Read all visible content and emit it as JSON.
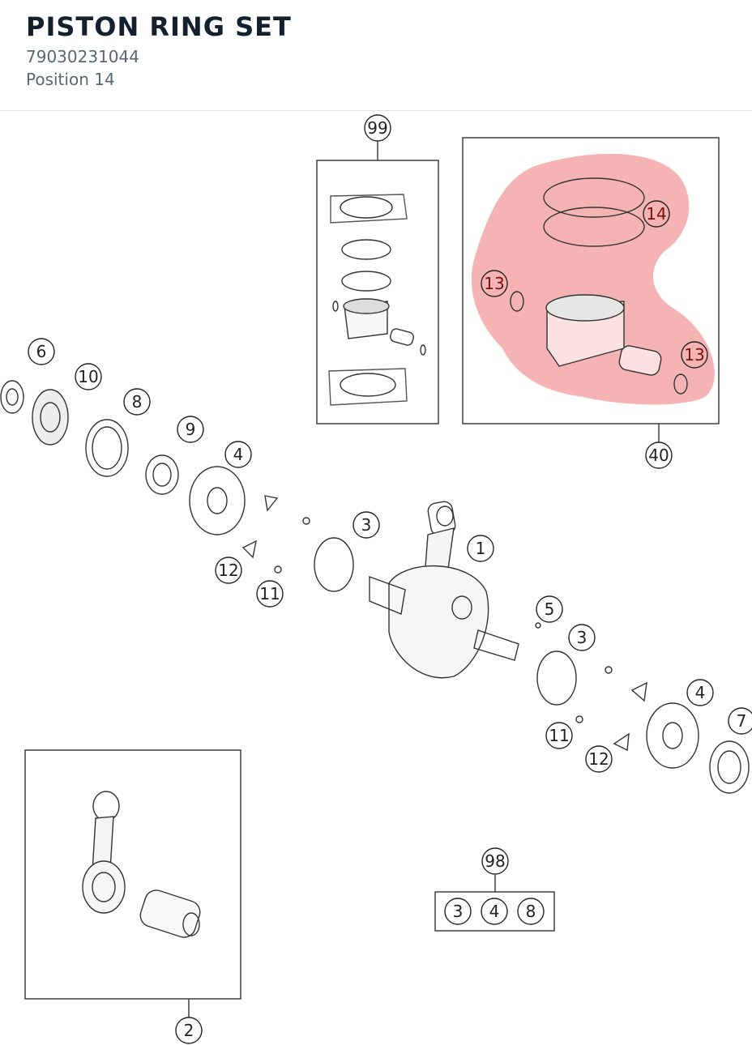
{
  "header": {
    "title": "PISTON RING SET",
    "part_number": "79030231044",
    "position": "Position 14"
  },
  "diagram": {
    "highlight_color": "#f4a6a6",
    "callouts": {
      "c99": "99",
      "c14": "14",
      "c13a": "13",
      "c13b": "13",
      "c40": "40",
      "c6": "6",
      "c10": "10",
      "c8": "8",
      "c9": "9",
      "c4a": "4",
      "c3a": "3",
      "c1": "1",
      "c12a": "12",
      "c11a": "11",
      "c5": "5",
      "c3b": "3",
      "c4b": "4",
      "c7": "7",
      "c11b": "11",
      "c12b": "12",
      "c98": "98",
      "k3": "3",
      "k4": "4",
      "k8": "8",
      "c2": "2"
    }
  }
}
